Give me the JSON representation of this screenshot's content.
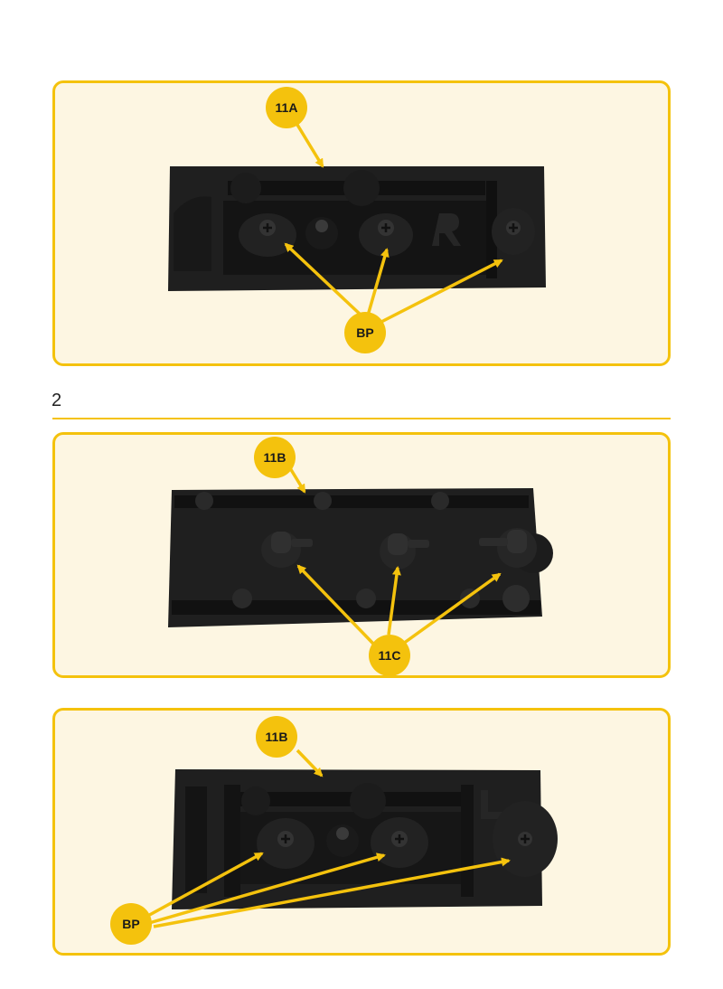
{
  "step": {
    "number": "2"
  },
  "panels": [
    {
      "id": "top",
      "part_label": "11A",
      "pointer_label": "BP"
    },
    {
      "id": "middle",
      "part_label": "11B",
      "pointer_label": "11C"
    },
    {
      "id": "bottom",
      "part_label": "11B",
      "pointer_label": "BP"
    }
  ],
  "colors": {
    "accent": "#f4c20d",
    "panel_bg": "#fdf6e2",
    "part": "#1f1f1f"
  }
}
